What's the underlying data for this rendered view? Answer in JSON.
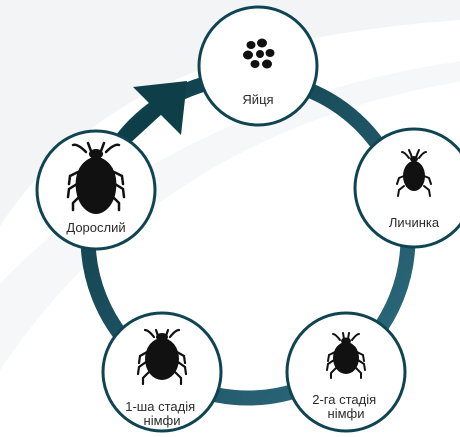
{
  "diagram": {
    "colors": {
      "ring_start": "#0d3a45",
      "ring_end": "#2e6c80",
      "arrow": "#0e3f49",
      "node_fill": "#ffffff",
      "node_stroke": "#0f4453",
      "icon": "#111111",
      "swoosh": "#f2f3f5"
    },
    "nodes": [
      {
        "id": "eggs",
        "icon": "eggs-icon",
        "lines": [
          "Яйця"
        ]
      },
      {
        "id": "larva",
        "icon": "larva-mite-icon",
        "lines": [
          "Личинка"
        ]
      },
      {
        "id": "nymph2",
        "icon": "nymph2-mite-icon",
        "lines": [
          "2-га стадія",
          "німфи"
        ]
      },
      {
        "id": "nymph1",
        "icon": "nymph1-mite-icon",
        "lines": [
          "1-ша стадія",
          "німфи"
        ]
      },
      {
        "id": "adult",
        "icon": "adult-mite-icon",
        "lines": [
          "Дорослий"
        ]
      }
    ]
  }
}
